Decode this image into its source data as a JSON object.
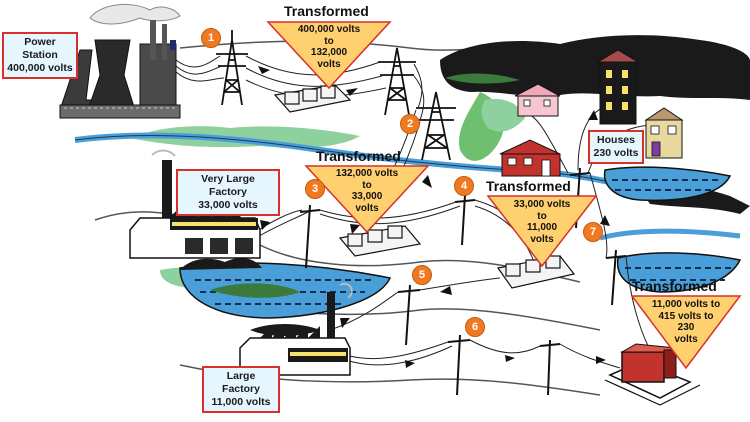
{
  "labels": {
    "power_station": {
      "line1": "Power Station",
      "line2": "400,000 volts"
    },
    "very_large_factory": {
      "line1": "Very Large Factory",
      "line2": "33,000 volts"
    },
    "large_factory": {
      "line1": "Large Factory",
      "line2": "11,000 volts"
    },
    "houses": {
      "line1": "Houses",
      "line2": "230 volts"
    }
  },
  "transformers": [
    {
      "title": "Transformed",
      "lines": [
        "400,000 volts",
        "to",
        "132,000",
        "volts"
      ]
    },
    {
      "title": "Transformed",
      "lines": [
        "132,000 volts",
        "to",
        "33,000",
        "volts"
      ]
    },
    {
      "title": "Transformed",
      "lines": [
        "33,000 volts",
        "to",
        "11,000",
        "volts"
      ]
    },
    {
      "title": "Transformed",
      "lines": [
        "11,000 volts to",
        "415 volts to",
        "230",
        "volts"
      ]
    }
  ],
  "steps": [
    "1",
    "2",
    "3",
    "4",
    "5",
    "6",
    "7"
  ],
  "colors": {
    "triangle_fill": "#ffd070",
    "label_border": "#d9302b",
    "label_fill": "#e6f6ff",
    "badge": "#f07a22",
    "river": "#4a9fd8",
    "grass": "#8fd19e",
    "factory_dark": "#2b2b2b"
  }
}
